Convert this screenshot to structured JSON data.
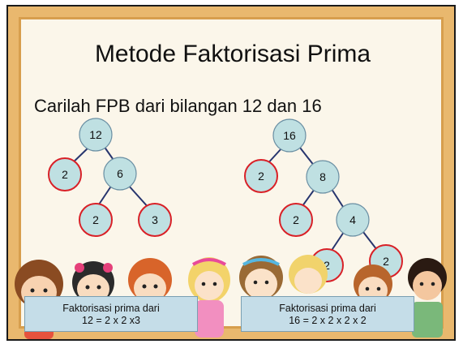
{
  "title": "Metode Faktorisasi Prima",
  "question": "Carilah FPB dari bilangan 12 dan 16",
  "tree_left": {
    "root": "12",
    "prime1": "2",
    "mid": "6",
    "prime2": "2",
    "prime3": "3"
  },
  "tree_right": {
    "root": "16",
    "prime1": "2",
    "mid1": "8",
    "prime2": "2",
    "mid2": "4",
    "prime3": "2",
    "prime4": "2"
  },
  "box_left": {
    "line1": "Faktorisasi prima dari",
    "line2": "12 = 2 x 2 x3"
  },
  "box_right": {
    "line1": "Faktorisasi prima dari",
    "line2": "16 = 2 x 2 x 2 x 2"
  },
  "colors": {
    "node_fill": "#bfe0e2",
    "composite_border": "#6a8fa3",
    "prime_border": "#d92027",
    "edge": "#27356e",
    "frame": "#e9b86e"
  }
}
